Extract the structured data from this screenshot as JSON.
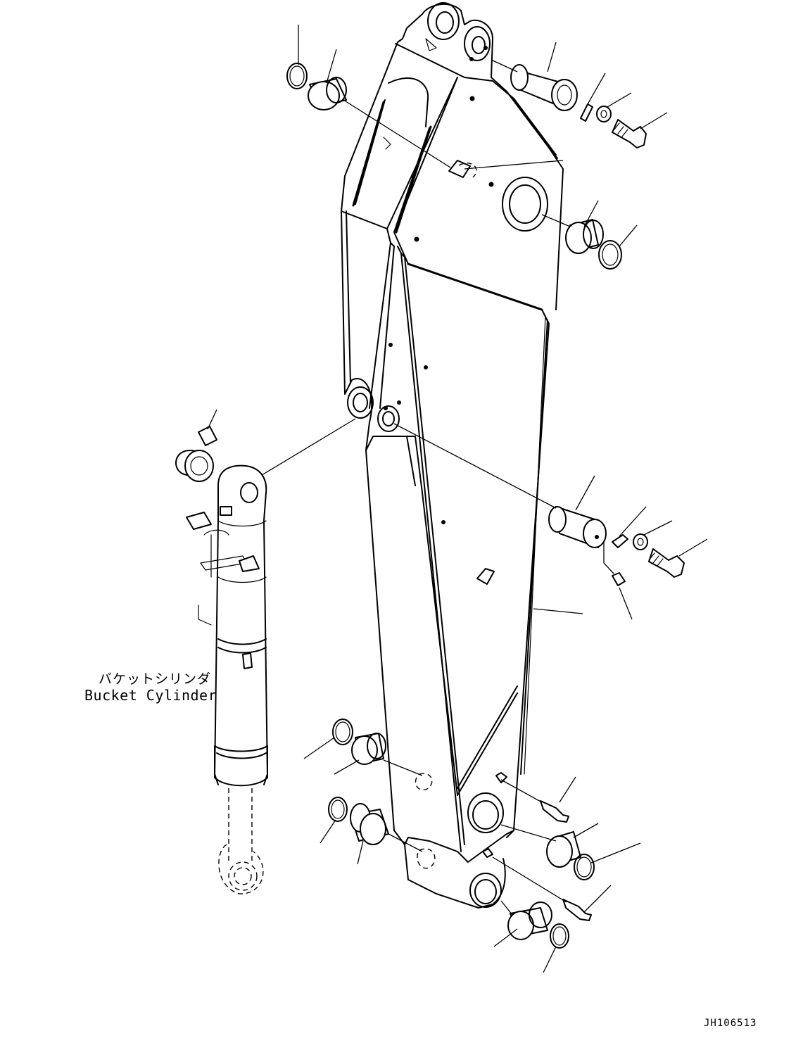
{
  "labels": {
    "bucket_cylinder_jp": "バケットシリンダ",
    "bucket_cylinder_en": "Bucket Cylinder",
    "drawing_code": "JH106513"
  }
}
